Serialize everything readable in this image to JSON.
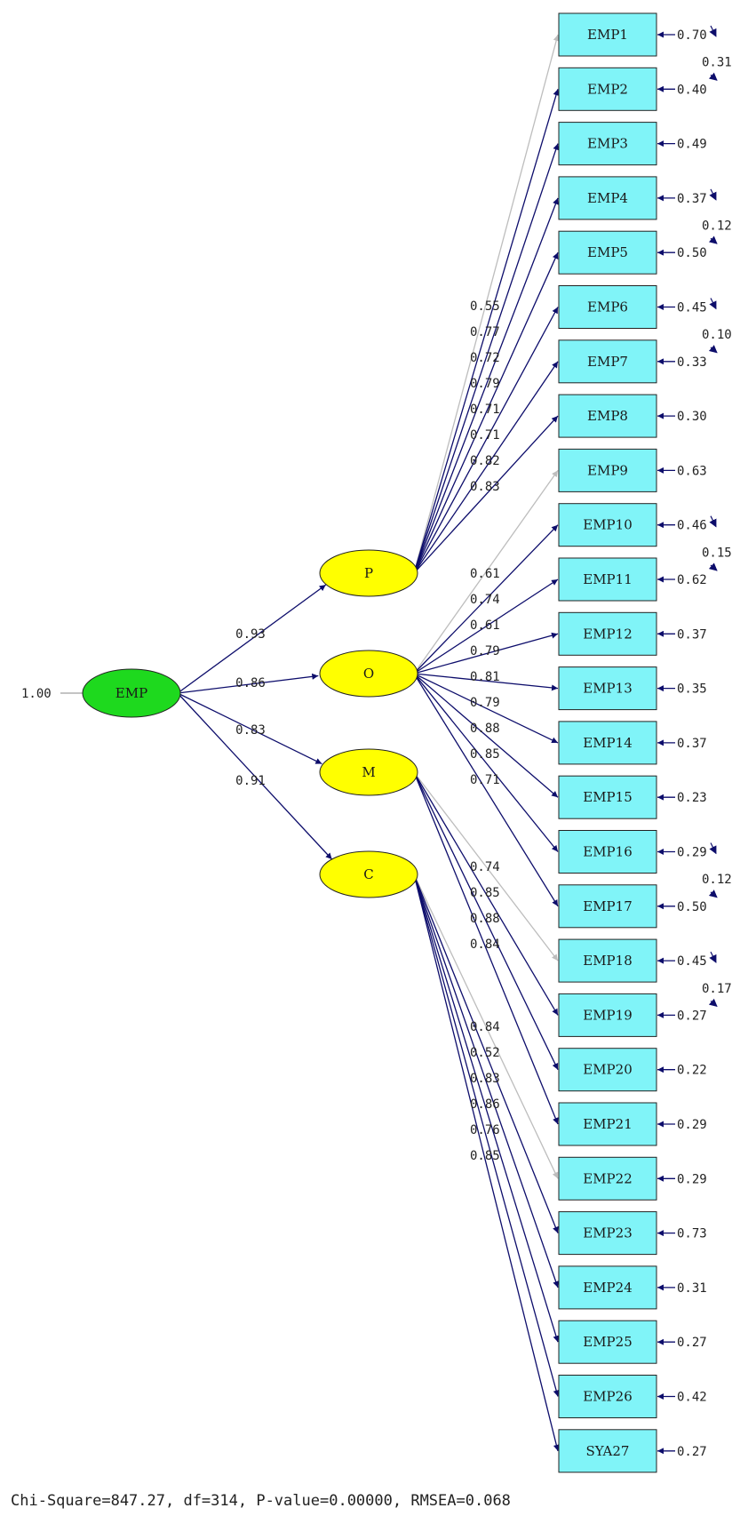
{
  "colors": {
    "path": "#0d0d6b",
    "path_gray": "#bdbdbd",
    "indicator_fill": "#80f4f8",
    "factor_fill": "#ffff00",
    "second_order_fill": "#1ed91e",
    "arrowhead": "#0d0d6b"
  },
  "second_order": {
    "name": "EMP",
    "variance": "1.00"
  },
  "factors": [
    {
      "name": "P",
      "loading": "0.93"
    },
    {
      "name": "O",
      "loading": "0.86"
    },
    {
      "name": "M",
      "loading": "0.83"
    },
    {
      "name": "C",
      "loading": "0.91"
    }
  ],
  "indicators": [
    {
      "name": "EMP1",
      "factor": "P",
      "loading": "0.55",
      "error": "0.70",
      "gray": true
    },
    {
      "name": "EMP2",
      "factor": "P",
      "loading": "0.77",
      "error": "0.40",
      "gray": false
    },
    {
      "name": "EMP3",
      "factor": "P",
      "loading": "0.72",
      "error": "0.49",
      "gray": false
    },
    {
      "name": "EMP4",
      "factor": "P",
      "loading": "0.79",
      "error": "0.37",
      "gray": false
    },
    {
      "name": "EMP5",
      "factor": "P",
      "loading": "0.71",
      "error": "0.50",
      "gray": false
    },
    {
      "name": "EMP6",
      "factor": "P",
      "loading": "0.71",
      "error": "0.45",
      "gray": false
    },
    {
      "name": "EMP7",
      "factor": "P",
      "loading": "0.82",
      "error": "0.33",
      "gray": false
    },
    {
      "name": "EMP8",
      "factor": "P",
      "loading": "0.83",
      "error": "0.30",
      "gray": false
    },
    {
      "name": "EMP9",
      "factor": "O",
      "loading": "0.61",
      "error": "0.63",
      "gray": true
    },
    {
      "name": "EMP10",
      "factor": "O",
      "loading": "0.74",
      "error": "0.46",
      "gray": false
    },
    {
      "name": "EMP11",
      "factor": "O",
      "loading": "0.61",
      "error": "0.62",
      "gray": false
    },
    {
      "name": "EMP12",
      "factor": "O",
      "loading": "0.79",
      "error": "0.37",
      "gray": false
    },
    {
      "name": "EMP13",
      "factor": "O",
      "loading": "0.81",
      "error": "0.35",
      "gray": false
    },
    {
      "name": "EMP14",
      "factor": "O",
      "loading": "0.79",
      "error": "0.37",
      "gray": false
    },
    {
      "name": "EMP15",
      "factor": "O",
      "loading": "0.88",
      "error": "0.23",
      "gray": false
    },
    {
      "name": "EMP16",
      "factor": "O",
      "loading": "0.85",
      "error": "0.29",
      "gray": false
    },
    {
      "name": "EMP17",
      "factor": "O",
      "loading": "0.71",
      "error": "0.50",
      "gray": false
    },
    {
      "name": "EMP18",
      "factor": "M",
      "loading": "0.74",
      "error": "0.45",
      "gray": true
    },
    {
      "name": "EMP19",
      "factor": "M",
      "loading": "0.85",
      "error": "0.27",
      "gray": false
    },
    {
      "name": "EMP20",
      "factor": "M",
      "loading": "0.88",
      "error": "0.22",
      "gray": false
    },
    {
      "name": "EMP21",
      "factor": "M",
      "loading": "0.84",
      "error": "0.29",
      "gray": false
    },
    {
      "name": "EMP22",
      "factor": "C",
      "loading": "0.84",
      "error": "0.29",
      "gray": true
    },
    {
      "name": "EMP23",
      "factor": "C",
      "loading": "0.52",
      "error": "0.73",
      "gray": false
    },
    {
      "name": "EMP24",
      "factor": "C",
      "loading": "0.83",
      "error": "0.31",
      "gray": false
    },
    {
      "name": "EMP25",
      "factor": "C",
      "loading": "0.86",
      "error": "0.27",
      "gray": false
    },
    {
      "name": "EMP26",
      "factor": "C",
      "loading": "0.76",
      "error": "0.42",
      "gray": false
    },
    {
      "name": "SYA27",
      "factor": "C",
      "loading": "0.85",
      "error": "0.27",
      "gray": false
    }
  ],
  "error_covariances": [
    {
      "between": [
        "EMP1",
        "EMP2"
      ],
      "value": "0.31"
    },
    {
      "between": [
        "EMP4",
        "EMP5"
      ],
      "value": "0.12"
    },
    {
      "between": [
        "EMP6",
        "EMP7"
      ],
      "value": "0.10"
    },
    {
      "between": [
        "EMP10",
        "EMP11"
      ],
      "value": "0.15"
    },
    {
      "between": [
        "EMP16",
        "EMP17"
      ],
      "value": "0.12"
    },
    {
      "between": [
        "EMP18",
        "EMP19"
      ],
      "value": "0.17"
    }
  ],
  "fit_statistics": "Chi-Square=847.27, df=314, P-value=0.00000, RMSEA=0.068"
}
